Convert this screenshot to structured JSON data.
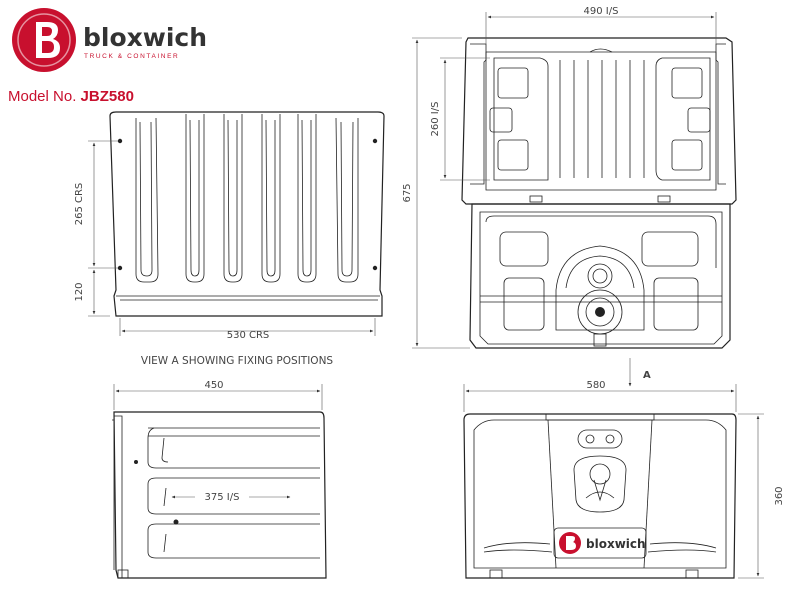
{
  "brand": {
    "name": "bloxwich",
    "tagline": "TRUCK & CONTAINER",
    "logo_icon": "red-circle-b-icon",
    "accent_color": "#c8102e"
  },
  "model": {
    "label": "Model No.",
    "value": "JBZ580"
  },
  "view_a": {
    "caption": "VIEW A SHOWING FIXING POSITIONS",
    "dim_width": "530 CRS",
    "dim_upper": "265 CRS",
    "dim_lower": "120"
  },
  "top_view": {
    "dim_width": "490 I/S",
    "dim_height": "675",
    "dim_lid": "260 I/S",
    "arrow_label": "A"
  },
  "side_view": {
    "dim_width": "450",
    "dim_inner": "375 I/S"
  },
  "front_view": {
    "dim_width": "580",
    "dim_height": "360",
    "badge_name": "bloxwich"
  }
}
